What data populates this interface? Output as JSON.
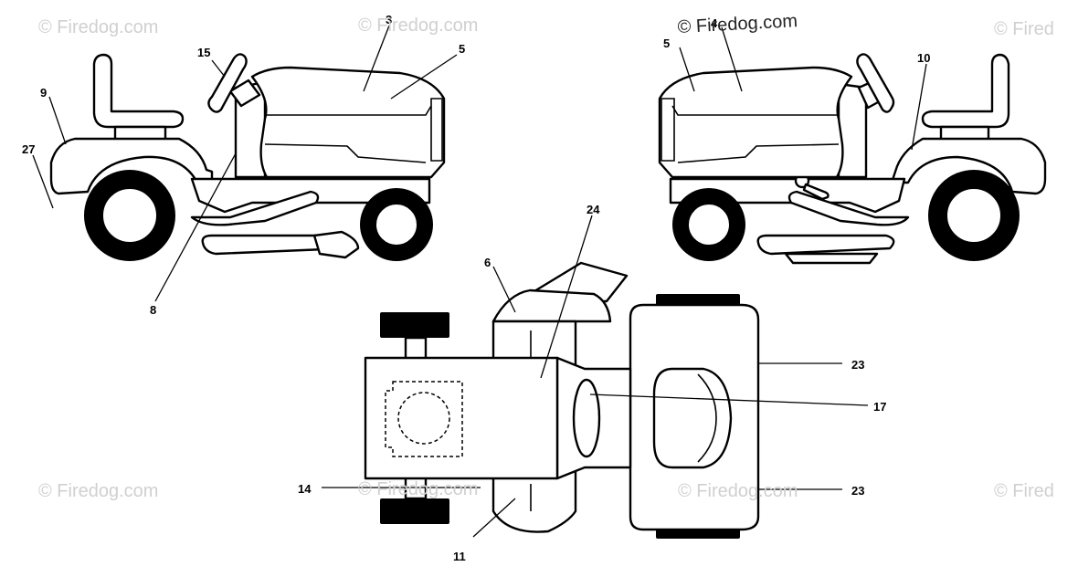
{
  "watermarks": {
    "top_left": "© Firedog.com",
    "top_center": "© Firedog.com",
    "top_center_right": "© Firedog.com",
    "top_right": "© Fired",
    "bottom_left": "© Firedog.com",
    "bottom_center": "© Firedog.com",
    "bottom_center_right": "© Firedog.com",
    "bottom_right": "© Fired"
  },
  "callouts": {
    "c3": "3",
    "c5_left": "5",
    "c15": "15",
    "c9": "9",
    "c27": "27",
    "c8": "8",
    "c4": "4",
    "c5_right": "5",
    "c10": "10",
    "c24": "24",
    "c6": "6",
    "c23_top": "23",
    "c17": "17",
    "c14": "14",
    "c23_bottom": "23",
    "c11": "11"
  }
}
